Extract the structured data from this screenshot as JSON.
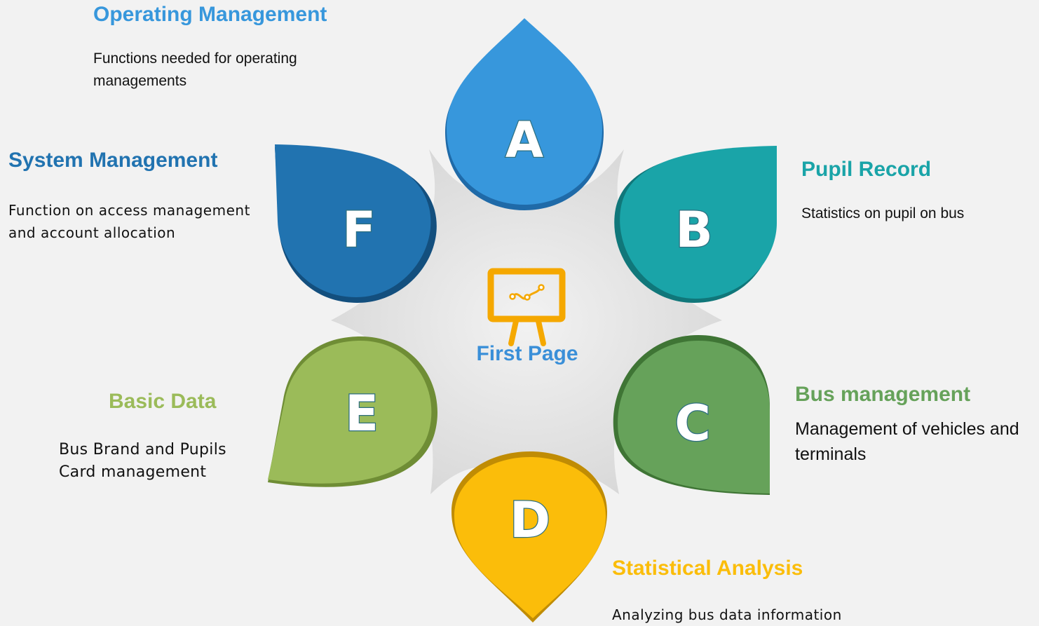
{
  "center": {
    "label": "First Page",
    "icon": "presentation-board-icon",
    "icon_color": "#f5a800"
  },
  "petals": [
    {
      "letter": "A",
      "color": "#3797dc",
      "shade": "#1f6aa8"
    },
    {
      "letter": "B",
      "color": "#1aa4a8",
      "shade": "#10777a"
    },
    {
      "letter": "C",
      "color": "#66a25a",
      "shade": "#3f7535"
    },
    {
      "letter": "D",
      "color": "#fbbd0a",
      "shade": "#c08c04"
    },
    {
      "letter": "E",
      "color": "#9bbb59",
      "shade": "#6f8d35"
    },
    {
      "letter": "F",
      "color": "#2173b0",
      "shade": "#134f7e"
    }
  ],
  "sections": {
    "operating": {
      "title": "Operating Management",
      "desc": "Functions needed for operating managements",
      "color": "#3797dc"
    },
    "system": {
      "title": "System Management",
      "desc": "Function on access management and account allocation",
      "color": "#2173b0"
    },
    "pupil": {
      "title": "Pupil Record",
      "desc": "Statistics on pupil on bus",
      "color": "#1aa4a8"
    },
    "bus": {
      "title": "Bus management",
      "desc": "Management of vehicles and terminals",
      "color": "#66a25a"
    },
    "basic": {
      "title": "Basic Data",
      "desc": "Bus Brand and Pupils Card management",
      "color": "#9bbb59"
    },
    "statistical": {
      "title": "Statistical Analysis",
      "desc": "Analyzing bus data information",
      "color": "#fbbd0a"
    }
  }
}
